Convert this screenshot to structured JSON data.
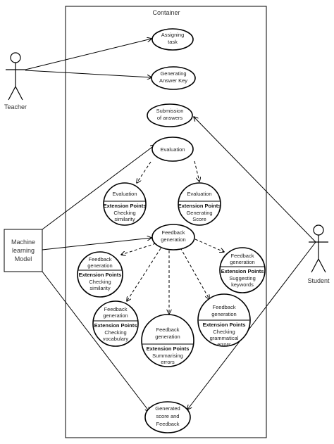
{
  "system_boundary": {
    "label": "Container"
  },
  "actors": {
    "teacher": "Teacher",
    "ml_model": [
      "Machine",
      "learning",
      "Model"
    ],
    "student": "Student"
  },
  "use_cases": {
    "assigning_task": [
      "Assigning",
      "task"
    ],
    "generating_answer_key": [
      "Generating",
      "Answer Key"
    ],
    "submission_of_answers": [
      "Submission",
      "of answers"
    ],
    "evaluation": [
      "Evaluation"
    ],
    "evaluation_similarity": {
      "title": [
        "Evaluation"
      ],
      "ext": "Extension Points",
      "detail": [
        "Checking",
        "similarity"
      ]
    },
    "evaluation_score": {
      "title": [
        "Evaluation"
      ],
      "ext": "Extension Points",
      "detail": [
        "Generating",
        "Score"
      ]
    },
    "feedback_generation": [
      "Feedback",
      "generation"
    ],
    "fb_similarity": {
      "title": [
        "Feedback",
        "generation"
      ],
      "ext": "Extension Points",
      "detail": [
        "Checking",
        "similarity"
      ]
    },
    "fb_keywords": {
      "title": [
        "Feedback",
        "generation"
      ],
      "ext": "Extension Points",
      "detail": [
        "Suggesting",
        "keywords"
      ]
    },
    "fb_vocabulary": {
      "title": [
        "Feedback",
        "generation"
      ],
      "ext": "Extension Points",
      "detail": [
        "Checking",
        "vocabulary"
      ]
    },
    "fb_summarising": {
      "title": [
        "Feedback",
        "generation"
      ],
      "ext": "Extension Points",
      "detail": [
        "Summarising",
        "errors"
      ]
    },
    "fb_grammatical": {
      "title": [
        "Feedback",
        "generation"
      ],
      "ext": "Extension Points",
      "detail": [
        "Checking",
        "grammatical",
        "errors"
      ]
    },
    "generated_score": [
      "Generated",
      "score and",
      "Feedback"
    ]
  },
  "colors": {
    "line": "#000000",
    "fill": "#ffffff",
    "text": "#222222"
  }
}
